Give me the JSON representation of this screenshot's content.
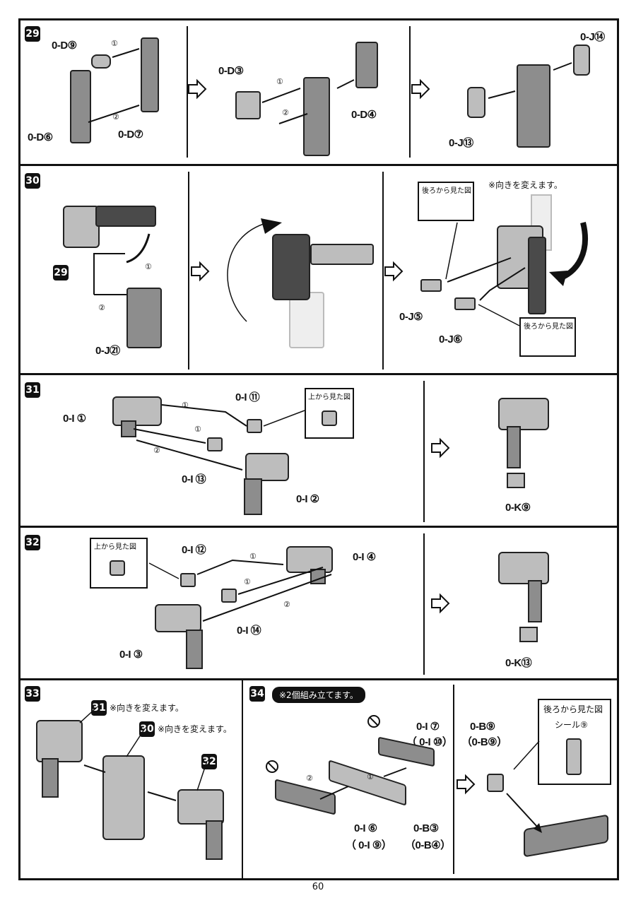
{
  "page_number": "60",
  "steps": [
    {
      "number": "29",
      "labels": {
        "d9": "0-D⑨",
        "d6": "0-D⑥",
        "d7": "0-D⑦",
        "d3": "0-D③",
        "d4": "0-D④",
        "j14": "0-J⑭",
        "j13": "0-J⑬"
      },
      "order": [
        "①",
        "②",
        "①",
        "②"
      ]
    },
    {
      "number": "30",
      "ref": "29",
      "labels": {
        "j21": "0-J㉑",
        "j5": "0-J⑤",
        "j6": "0-J⑥"
      },
      "order": [
        "①",
        "②"
      ],
      "notes": {
        "rotate": "※向きを変えます。",
        "back_view_1": "後ろから見た図",
        "back_view_2": "後ろから見た図"
      }
    },
    {
      "number": "31",
      "labels": {
        "i1": "0-I ①",
        "i11": "0-I ⑪",
        "i13": "0-I ⑬",
        "i2": "0-I ②",
        "k9": "0-K⑨"
      },
      "order": [
        "①",
        "①",
        "②"
      ],
      "notes": {
        "top_view": "上から見た図"
      }
    },
    {
      "number": "32",
      "labels": {
        "i12": "0-I ⑫",
        "i4": "0-I ④",
        "i14": "0-I ⑭",
        "i3": "0-I ③",
        "k13": "0-K⑬"
      },
      "order": [
        "①",
        "①",
        "②"
      ],
      "notes": {
        "top_view": "上から見た図"
      }
    },
    {
      "number": "33",
      "refs": {
        "a": "31",
        "b": "30",
        "c": "32"
      },
      "notes": {
        "rotate_a": "※向きを変えます。",
        "rotate_b": "※向きを変えます。"
      }
    },
    {
      "number": "34",
      "badge": "※2個組み立てます。",
      "labels": {
        "i7": "0-I ⑦",
        "i10": "（ 0-I ⑩）",
        "i6": "0-I ⑥",
        "i9": "（ 0-I ⑨）",
        "b3": "0-B③",
        "b4": "（0-B④）",
        "b9a": "0-B⑨",
        "b9b": "（0-B⑨）"
      },
      "order": [
        "②",
        "①"
      ],
      "notes": {
        "back_view": "後ろから見た図",
        "sticker": "シール⑨"
      }
    }
  ]
}
